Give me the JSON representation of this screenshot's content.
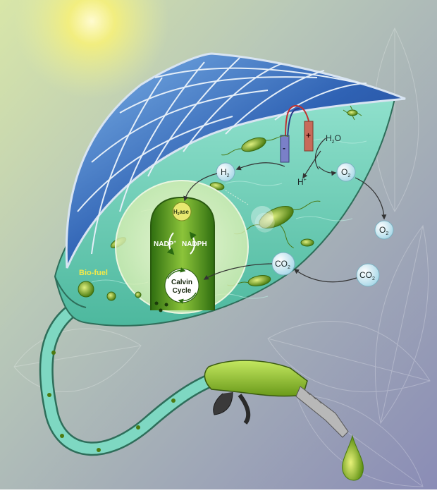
{
  "labels": {
    "h2o": "H",
    "h2o_sub": "2",
    "h2o_tail": "O",
    "o2": "O",
    "o2_sub": "2",
    "h2": "H",
    "h2_sub": "2",
    "hplus": "H",
    "hplus_sup": "+",
    "co2": "CO",
    "co2_sub": "2",
    "hase_h": "H",
    "hase_sub": "2",
    "hase_tail": "ase",
    "nadp": "NADP",
    "nadp_sup": "+",
    "nadph": "NADPH",
    "calvin_1": "Calvin",
    "calvin_2": "Cycle",
    "biofuel": "Bio-fuel",
    "electrode_minus": "-",
    "electrode_plus": "+"
  },
  "icons": [
    "sun-icon",
    "solar-panel-icon",
    "leaf-icon",
    "bacterium-icon",
    "fuel-nozzle-icon",
    "fuel-drop-icon"
  ],
  "colors": {
    "sky_top": "#e8e89a",
    "sky_bottom": "#8c8fb8",
    "leaf_fill": "#6fd0b8",
    "leaf_edge": "#2e6e5a",
    "panel_blue": "#2e5aa8",
    "nozzle_green": "#9cc83a",
    "cell_green": "#5a9a1e"
  }
}
